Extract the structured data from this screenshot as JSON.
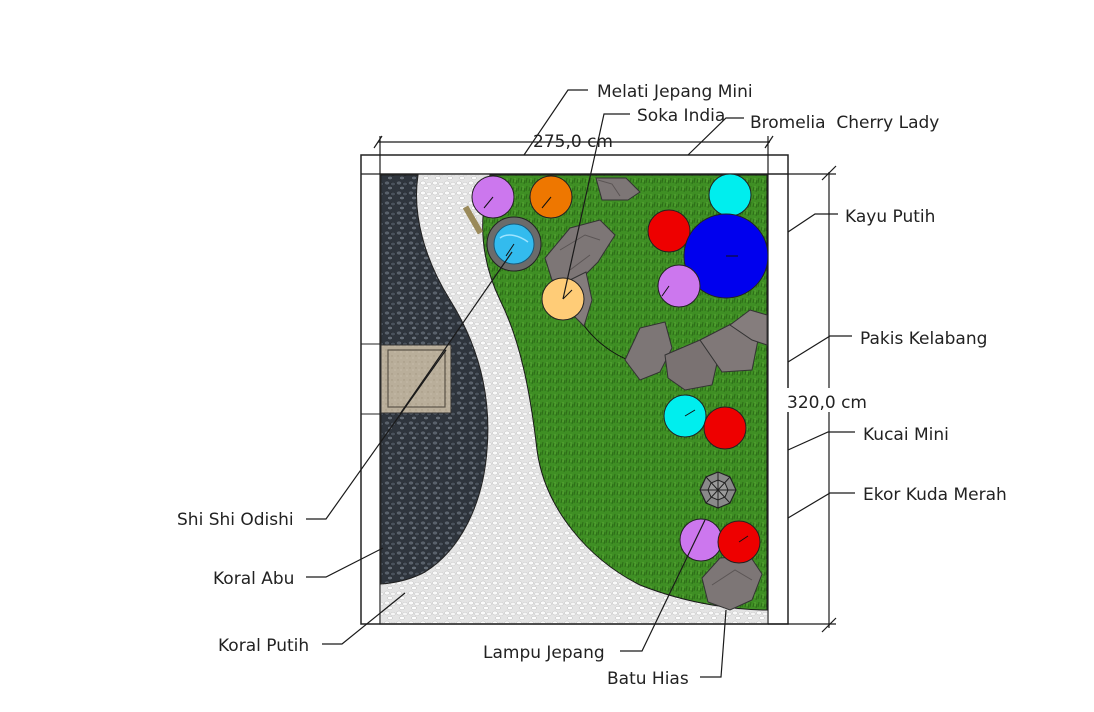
{
  "dimensions": {
    "width_label": "275,0 cm",
    "height_label": "320,0 cm"
  },
  "labels": {
    "melati_jepang_mini": "Melati Jepang Mini",
    "soka_india": "Soka India",
    "bromelia_cherry_lady": "Bromelia  Cherry Lady",
    "kayu_putih": "Kayu Putih",
    "pakis_kelabang": "Pakis Kelabang",
    "kucai_mini": "Kucai Mini",
    "ekor_kuda_merah": "Ekor Kuda Merah",
    "shi_shi_odishi": "Shi Shi Odishi",
    "koral_abu": "Koral Abu",
    "koral_putih": "Koral Putih",
    "lampu_jepang": "Lampu Jepang",
    "batu_hias": "Batu Hias"
  },
  "colors": {
    "grass": "#3f8f24",
    "grass_dark": "#2c6c17",
    "white_gravel": "#eeeeee",
    "grey_gravel": "#3d4550",
    "stone": "#7d7676",
    "frame": "#ffffff",
    "purple": "#cc77ee",
    "orange": "#ee7700",
    "light_orange": "#ffcc77",
    "cyan": "#00eeee",
    "red": "#ee0000",
    "blue": "#0000ee",
    "water": "#33bbee"
  }
}
